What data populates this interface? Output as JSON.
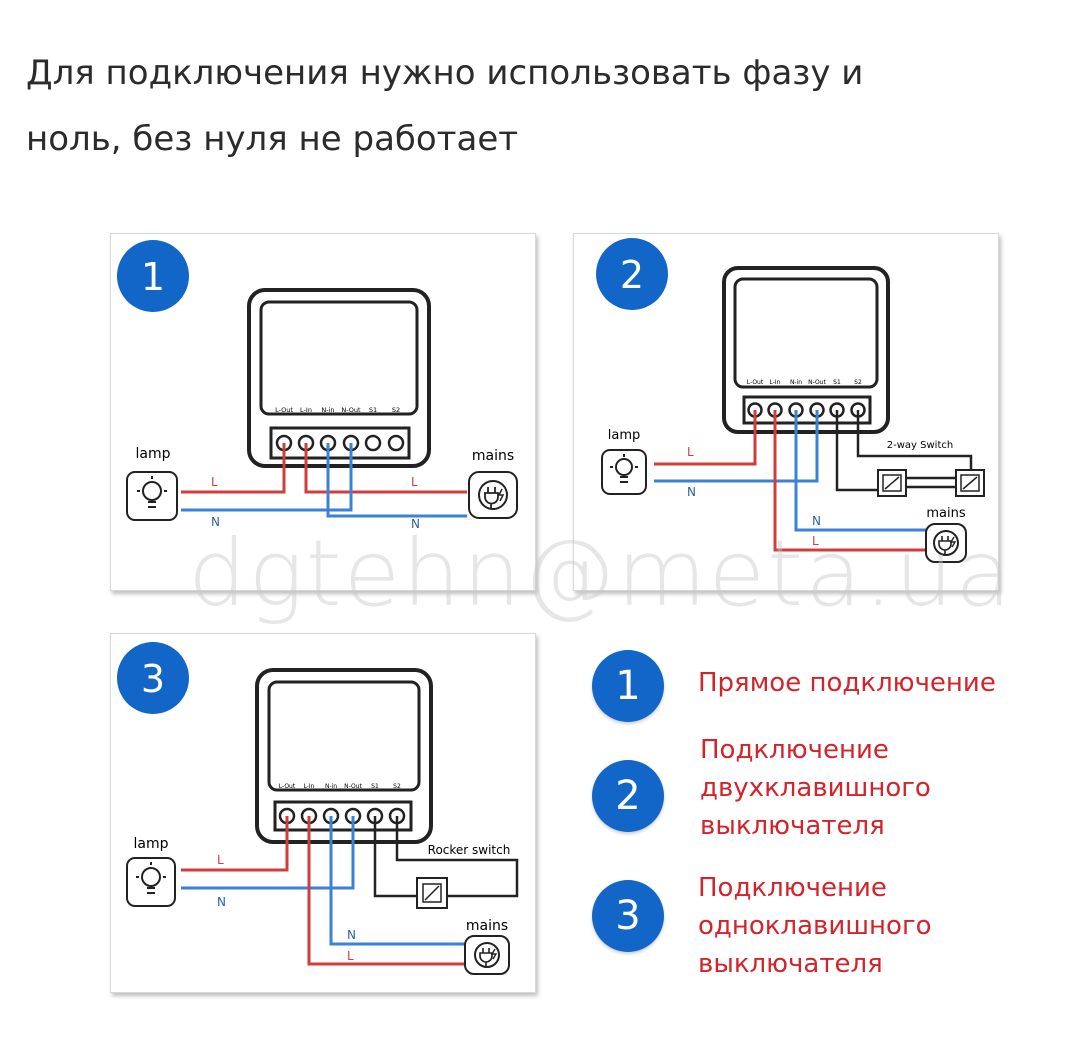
{
  "heading": {
    "line1": "Для подключения нужно использовать фазу и",
    "line2": "ноль, без нуля не работает"
  },
  "colors": {
    "accent_blue": "#1266c7",
    "live": "#d33c3c",
    "neutral": "#3b82d6",
    "legend_text": "#d4242b"
  },
  "terminals": [
    "L-Out",
    "L-In",
    "N-in",
    "N-Out",
    "S1",
    "S2"
  ],
  "diagrams": [
    {
      "number": "1",
      "lamp_label": "lamp",
      "mains_label": "mains",
      "wire_labels": {
        "l_left": "L",
        "n_left": "N",
        "l_right": "L",
        "n_right": "N"
      }
    },
    {
      "number": "2",
      "lamp_label": "lamp",
      "mains_label": "mains",
      "switch_label": "2-way Switch",
      "wire_labels": {
        "l_left": "L",
        "n_left": "N",
        "n_right": "N",
        "l_right": "L"
      }
    },
    {
      "number": "3",
      "lamp_label": "lamp",
      "mains_label": "mains",
      "switch_label": "Rocker switch",
      "wire_labels": {
        "l_left": "L",
        "n_left": "N",
        "n_right": "N",
        "l_right": "L"
      }
    }
  ],
  "watermark": "dgtehn@meta.ua",
  "legend": [
    {
      "number": "1",
      "lines": [
        "Прямое подключение"
      ]
    },
    {
      "number": "2",
      "lines": [
        "Подключение",
        "двухклавишного",
        "выключателя"
      ]
    },
    {
      "number": "3",
      "lines": [
        "Подключение",
        "одноклавишного",
        "выключателя"
      ]
    }
  ]
}
